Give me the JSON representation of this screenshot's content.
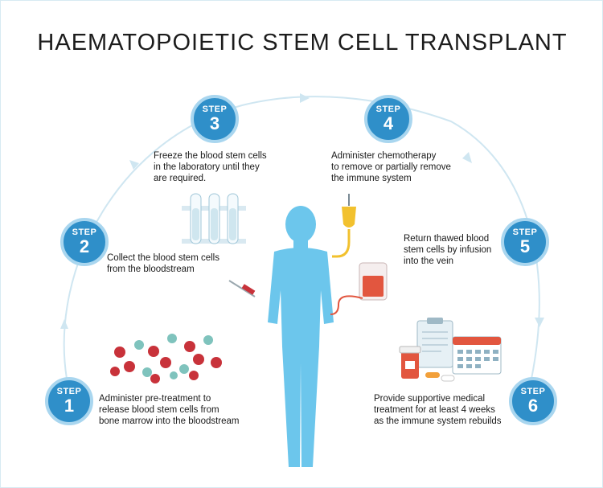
{
  "title": "HAEMATOPOIETIC STEM CELL TRANSPLANT",
  "badge_word": "STEP",
  "colors": {
    "badge": "#2f8fc9",
    "badge_ring": "#a9d6ef",
    "arc": "#cfe6f1",
    "body": "#6cc6ec",
    "red_cell": "#c8323a",
    "teal_cell": "#7fc3bd",
    "iv_yellow": "#f2c12e",
    "blood_bag": "#e2563f"
  },
  "steps": [
    {
      "number": "1",
      "text": "Administer pre-treatment to\nrelease blood stem cells from\nbone marrow into the bloodstream"
    },
    {
      "number": "2",
      "text": "Collect the blood stem cells\nfrom the bloodstream"
    },
    {
      "number": "3",
      "text": "Freeze the blood stem cells\nin the laboratory until they\nare required."
    },
    {
      "number": "4",
      "text": "Administer chemotherapy\nto remove or partially remove\nthe immune system"
    },
    {
      "number": "5",
      "text": "Return thawed blood\nstem cells by infusion\ninto the vein"
    },
    {
      "number": "6",
      "text": "Provide supportive medical\ntreatment for at least 4 weeks\nas the immune system rebuilds"
    }
  ],
  "icons": [
    "human-body-icon",
    "blood-cells-icon",
    "syringe-icon",
    "test-tubes-icon",
    "iv-drip-icon",
    "blood-bag-icon",
    "clipboard-icon",
    "calendar-icon",
    "medicine-icon"
  ]
}
